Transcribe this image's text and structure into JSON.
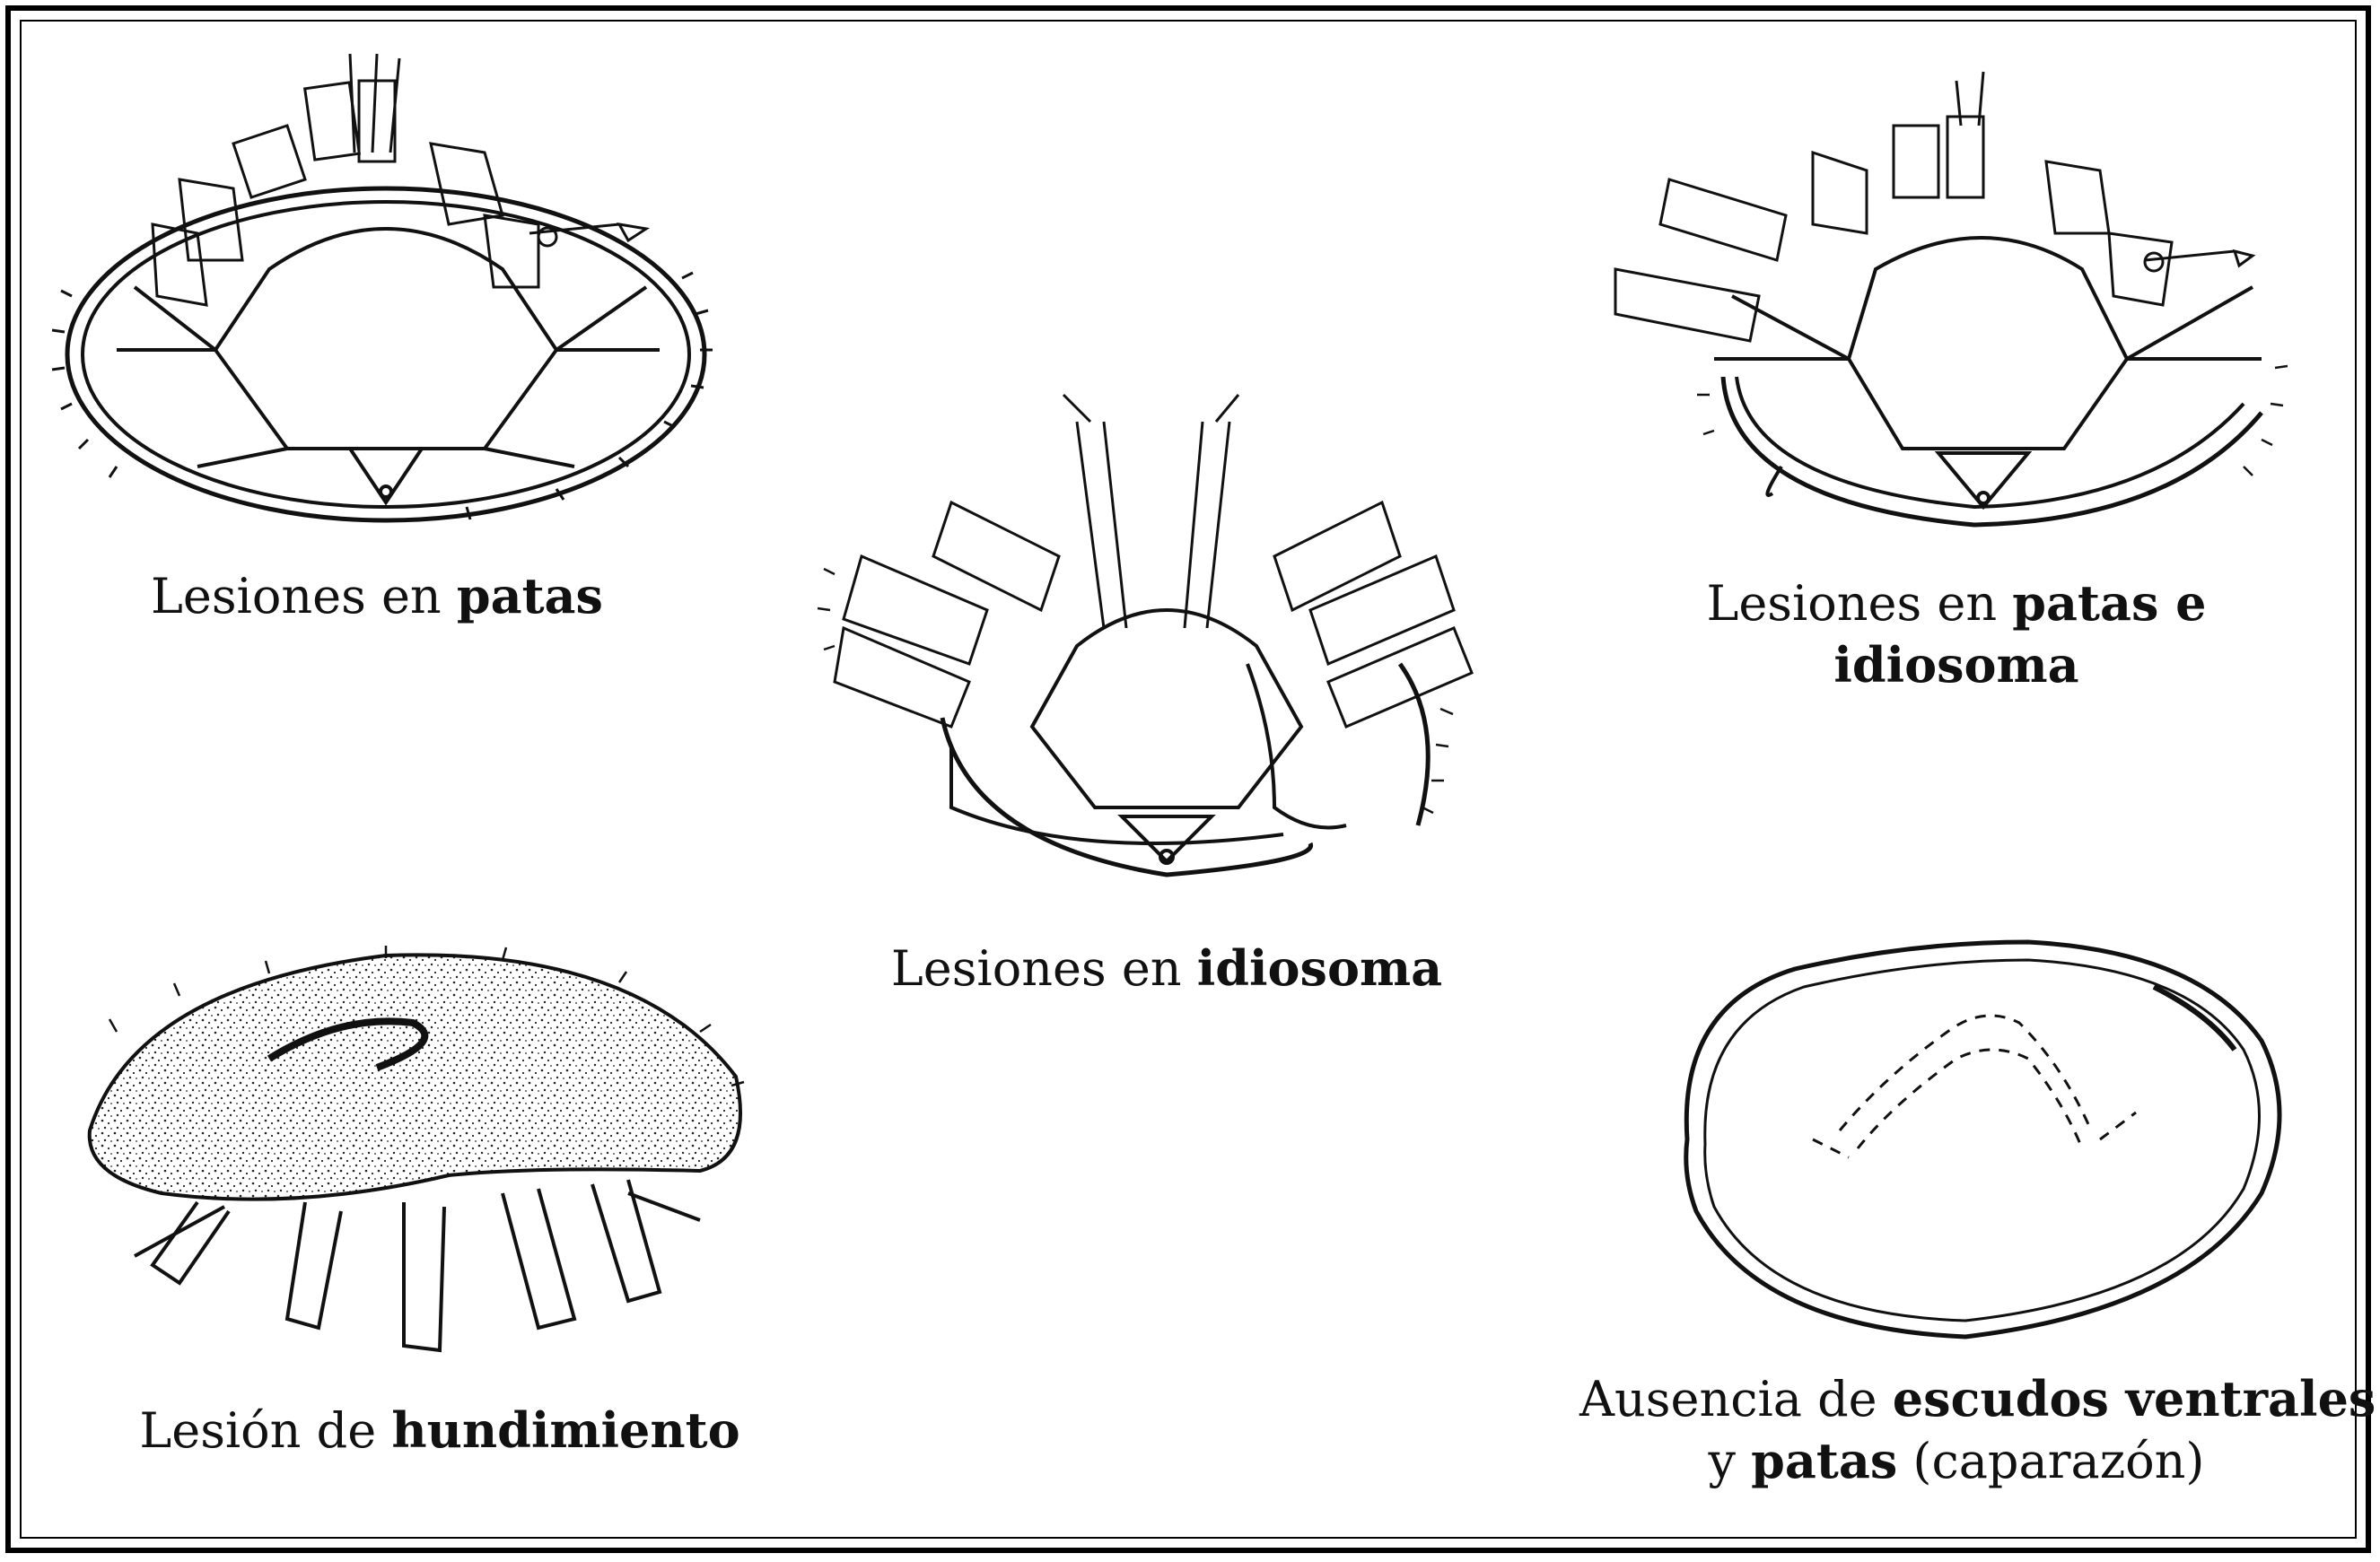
{
  "figures": [
    {
      "id": "legs",
      "caption_parts": [
        {
          "text": "Lesiones en ",
          "bold": false
        },
        {
          "text": "patas",
          "bold": true
        }
      ]
    },
    {
      "id": "idiosoma",
      "caption_parts": [
        {
          "text": "Lesiones en ",
          "bold": false
        },
        {
          "text": "idiosoma",
          "bold": true
        }
      ]
    },
    {
      "id": "legs-idiosoma",
      "caption_line1_parts": [
        {
          "text": "Lesiones en ",
          "bold": false
        },
        {
          "text": "patas e",
          "bold": true
        }
      ],
      "caption_line2_parts": [
        {
          "text": "idiosoma",
          "bold": true
        }
      ]
    },
    {
      "id": "sinking",
      "caption_parts": [
        {
          "text": "Lesión de ",
          "bold": false
        },
        {
          "text": "hundimiento",
          "bold": true
        }
      ]
    },
    {
      "id": "absence",
      "caption_line1_parts": [
        {
          "text": "Ausencia de ",
          "bold": false
        },
        {
          "text": "escudos ventrales",
          "bold": true
        }
      ],
      "caption_line2_parts": [
        {
          "text": "y ",
          "bold": false
        },
        {
          "text": "patas",
          "bold": true
        },
        {
          "text": " (caparazón)",
          "bold": false
        }
      ]
    }
  ],
  "colors": {
    "ink": "#111111",
    "paper": "#ffffff"
  }
}
